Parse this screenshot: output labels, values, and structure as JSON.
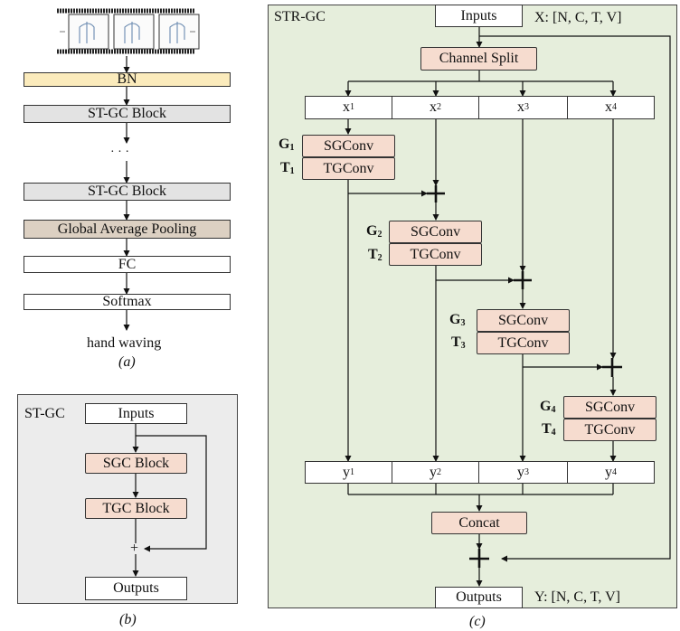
{
  "panel_a": {
    "bn": "BN",
    "stgc_block_top": "ST-GC Block",
    "ellipsis": "· · ·",
    "stgc_block_bottom": "ST-GC Block",
    "gap": "Global Average Pooling",
    "fc": "FC",
    "softmax": "Softmax",
    "output": "hand waving",
    "caption": "(a)"
  },
  "panel_b": {
    "title": "ST-GC",
    "inputs": "Inputs",
    "sgc": "SGC Block",
    "tgc": "TGC Block",
    "plus": "+",
    "outputs": "Outputs",
    "caption": "(b)"
  },
  "panel_c": {
    "title": "STR-GC",
    "inputs": "Inputs",
    "input_shape": "X: [N, C, T, V]",
    "channel_split": "Channel Split",
    "x": [
      "x",
      "x",
      "x",
      "x"
    ],
    "y": [
      "y",
      "y",
      "y",
      "y"
    ],
    "idx": [
      "1",
      "2",
      "3",
      "4"
    ],
    "g": "G",
    "t": "T",
    "sgconv": "SGConv",
    "tgconv": "TGConv",
    "concat": "Concat",
    "outputs": "Outputs",
    "output_shape": "Y: [N, C, T, V]",
    "caption": "(c)"
  },
  "colors": {
    "conv_fill": "#f6dccf",
    "bn_fill": "#fbebbc",
    "block_fill": "#e3e3e3",
    "pool_fill": "#dcd0c2",
    "panel_b_bg": "#ececec",
    "panel_c_bg": "#e6eedc"
  }
}
